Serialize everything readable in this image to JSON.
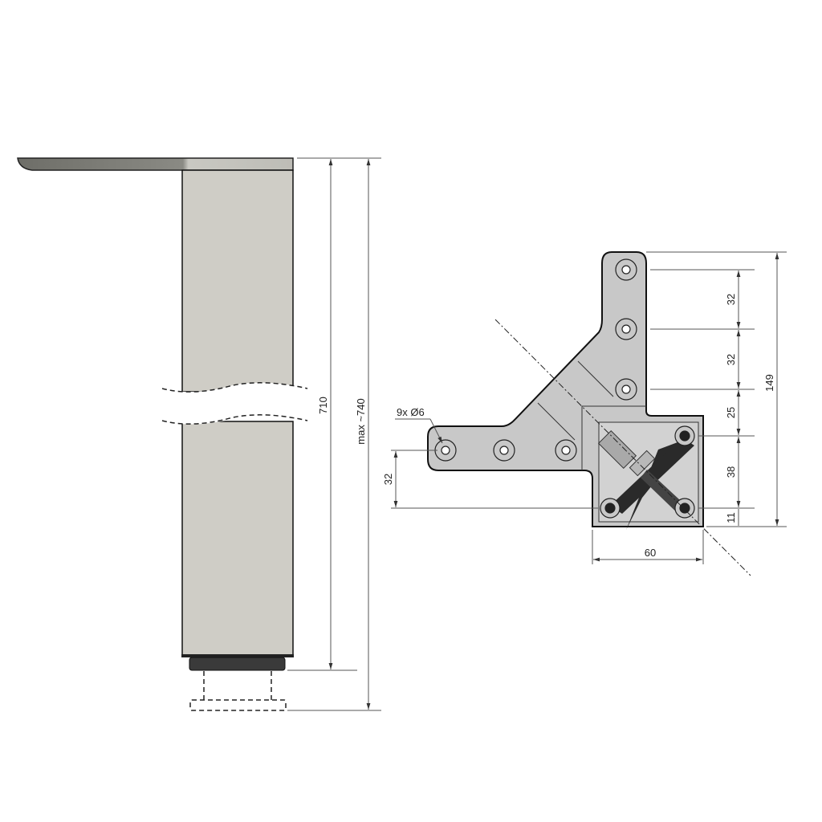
{
  "leg_view": {
    "dim_height": "710",
    "dim_max": "max  ~740"
  },
  "bracket_view": {
    "hole_note": "9x Ø6",
    "dims_vertical_chain": [
      "32",
      "32",
      "25",
      "38",
      "11"
    ],
    "dim_total": "149",
    "dim_width": "60",
    "dim_left_offset": "32"
  },
  "colors": {
    "leg_fill": "#cfcdc6",
    "bracket_fill": "#c8c8c8",
    "outline": "#111111",
    "dimension_line": "#555555"
  }
}
